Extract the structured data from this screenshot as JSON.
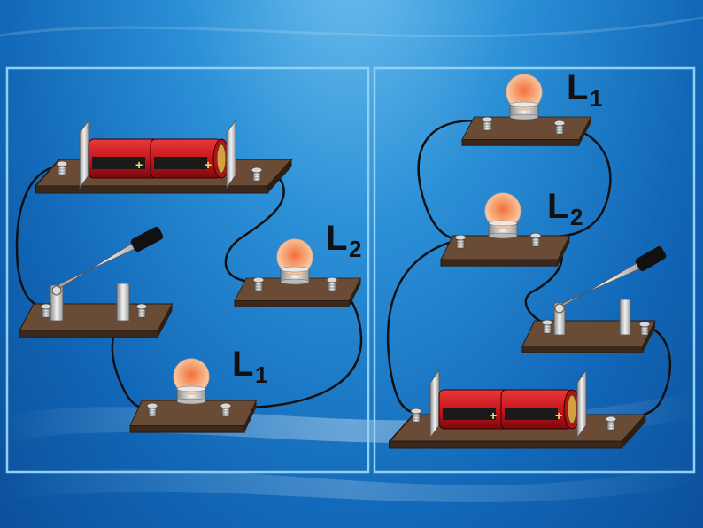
{
  "left_panel": {
    "lamp_top": {
      "letter": "L",
      "sub": "2"
    },
    "lamp_bottom": {
      "letter": "L",
      "sub": "1"
    },
    "battery_marking": "",
    "plus": "+"
  },
  "right_panel": {
    "lamp_top": {
      "letter": "L",
      "sub": "1"
    },
    "lamp_mid": {
      "letter": "L",
      "sub": "2"
    },
    "battery_marking": "",
    "plus": "+"
  },
  "colors": {
    "board": "#5b4030",
    "board_side": "#3a281c",
    "battery_red": "#c8161d",
    "battery_dark": "#1a1a1a",
    "bulb_glow": "#f08050",
    "wire": "#111111"
  }
}
